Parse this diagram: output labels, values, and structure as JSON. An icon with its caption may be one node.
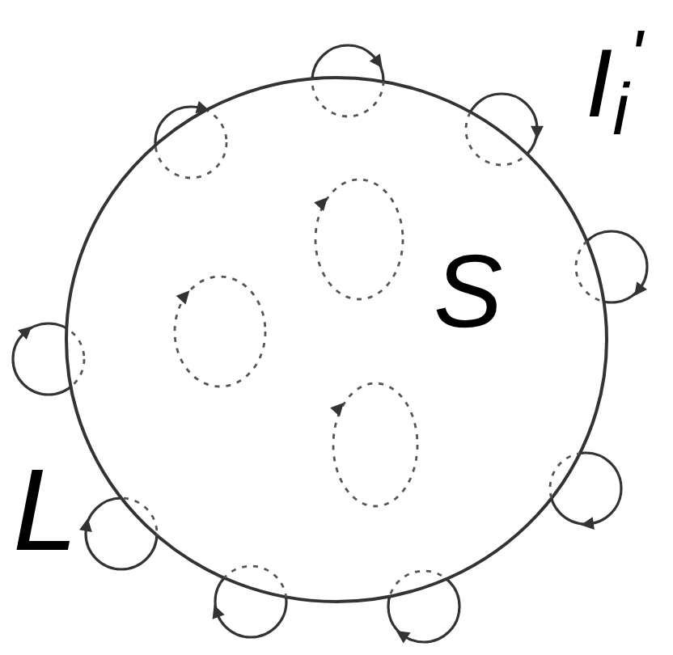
{
  "diagram": {
    "labels": [
      "I$_{i}$$^{'}$",
      "S",
      "L"
    ]
  }
}
